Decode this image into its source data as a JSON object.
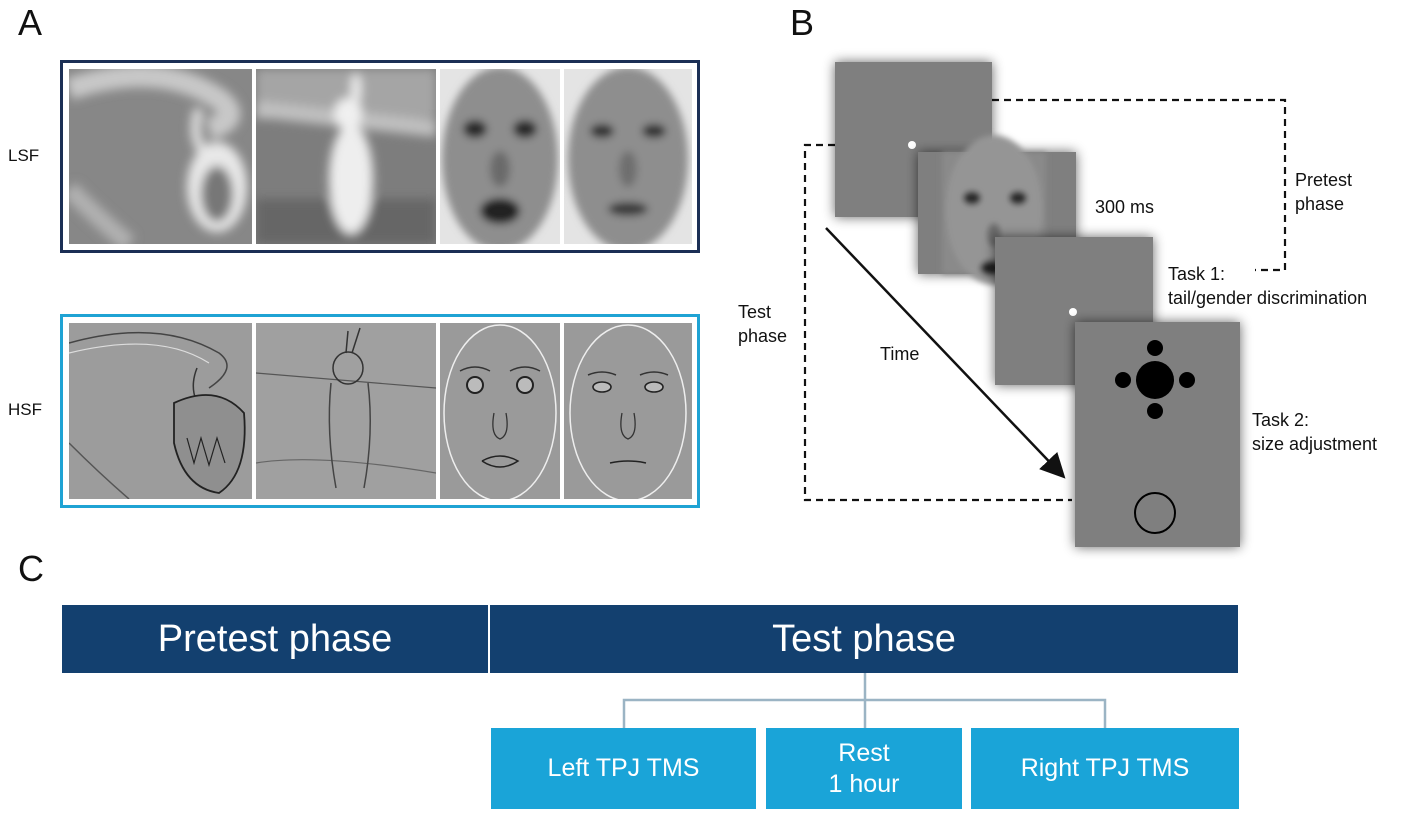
{
  "panels": {
    "a": "A",
    "b": "B",
    "c": "C"
  },
  "panel_a": {
    "rows": [
      {
        "label": "LSF",
        "tiles": [
          "snake",
          "rabbit",
          "fearful-face",
          "neutral-face"
        ]
      },
      {
        "label": "HSF",
        "tiles": [
          "snake",
          "rabbit",
          "fearful-face",
          "neutral-face"
        ]
      }
    ],
    "colors": {
      "lsf_border": "#1b2f55",
      "hsf_border": "#1fa3d4"
    }
  },
  "panel_b": {
    "duration": "300 ms",
    "pretest_label_1": "Pretest",
    "pretest_label_2": "phase",
    "task1_line1": "Task 1:",
    "task1_line2": "tail/gender discrimination",
    "test_label_1": "Test",
    "test_label_2": "phase",
    "time_label": "Time",
    "task2_line1": "Task 2:",
    "task2_line2": "size adjustment"
  },
  "panel_c": {
    "pretest": "Pretest phase",
    "test": "Test phase",
    "sessions": {
      "left": "Left TPJ TMS",
      "rest_line1": "Rest",
      "rest_line2": "1 hour",
      "right": "Right TPJ TMS"
    },
    "colors": {
      "dark": "#13406f",
      "light": "#1aa4d8",
      "connector": "#9bb4c4"
    }
  }
}
